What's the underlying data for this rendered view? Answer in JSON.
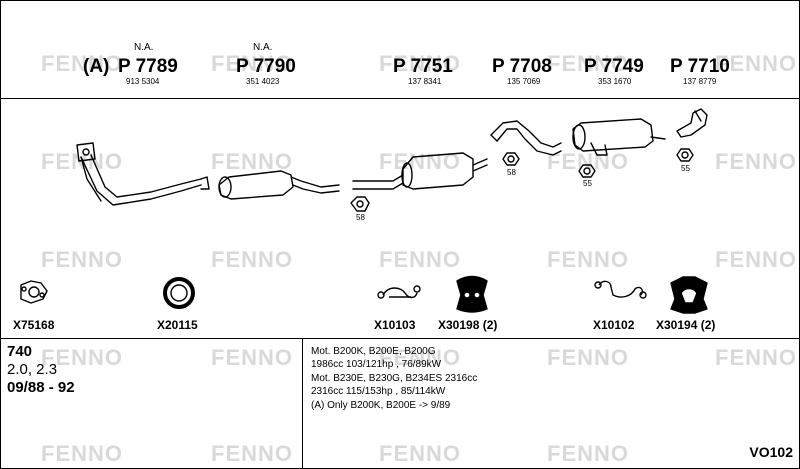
{
  "watermark": "FENNO",
  "variant_marker": "(A)",
  "parts": [
    {
      "number": "P 7789",
      "oem": "913 5304",
      "note": "N.A."
    },
    {
      "number": "P 7790",
      "oem": "351 4023",
      "note": "N.A."
    },
    {
      "number": "P 7751",
      "oem": "137 8341"
    },
    {
      "number": "P 7708",
      "oem": "135 7069"
    },
    {
      "number": "P 7749",
      "oem": "353 1670"
    },
    {
      "number": "P 7710",
      "oem": "137 8779"
    }
  ],
  "clamps": [
    "58",
    "58",
    "55",
    "55"
  ],
  "accessories": [
    {
      "code": "X75168"
    },
    {
      "code": "X20115"
    },
    {
      "code": "X10103"
    },
    {
      "code": "X30198 (2)"
    },
    {
      "code": "X10102"
    },
    {
      "code": "X30194 (2)"
    }
  ],
  "model": {
    "name": "740",
    "engine": "2.0, 2.3",
    "years": "09/88 - 92"
  },
  "notes": [
    "Mot. B200K, B200E, B200G",
    "1986cc 103/121hp , 76/89kW",
    "Mot. B230E, B230G, B234ES 2316cc",
    "2316cc 115/153hp , 85/114kW",
    "(A) Only B200K, B200E -> 9/89"
  ],
  "diagram_code": "VO102"
}
